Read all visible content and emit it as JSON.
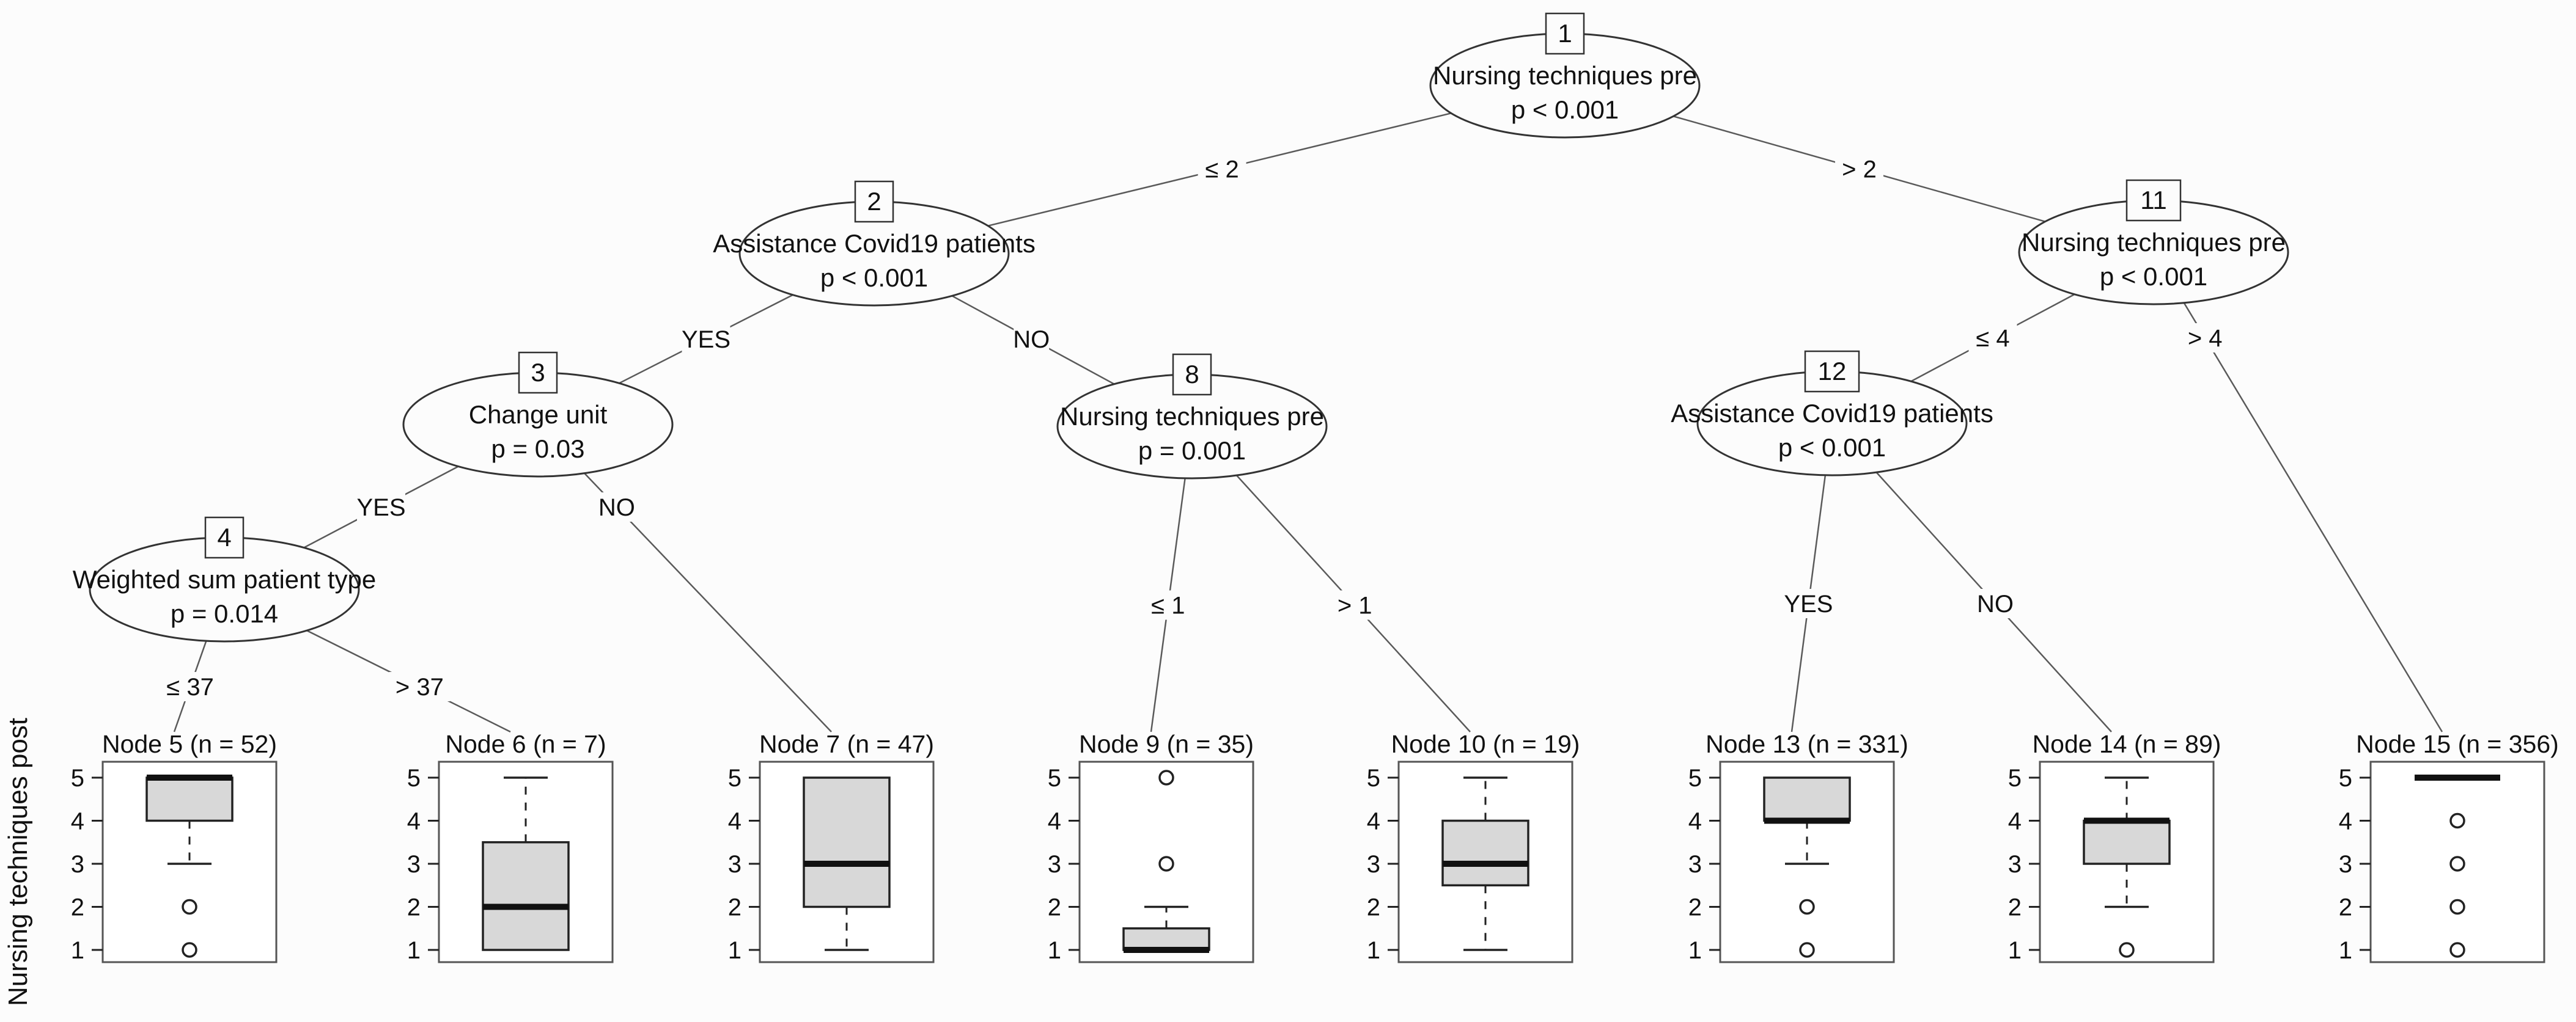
{
  "figure": {
    "background": "#fcfcfc",
    "colors": {
      "node_stroke": "#333333",
      "edge_stroke": "#5a5a5a",
      "box_fill": "#d8d8d8",
      "box_stroke": "#222222",
      "panel_stroke": "#555555",
      "text": "#111111"
    }
  },
  "tree": {
    "nodes": [
      {
        "id": "1",
        "variable": "Nursing techniques pre",
        "p_value": "p < 0.001"
      },
      {
        "id": "2",
        "variable": "Assistance Covid19 patients",
        "p_value": "p < 0.001"
      },
      {
        "id": "3",
        "variable": "Change unit",
        "p_value": "p = 0.03"
      },
      {
        "id": "4",
        "variable": "Weighted sum patient type",
        "p_value": "p = 0.014"
      },
      {
        "id": "8",
        "variable": "Nursing techniques pre",
        "p_value": "p = 0.001"
      },
      {
        "id": "11",
        "variable": "Nursing techniques pre",
        "p_value": "p < 0.001"
      },
      {
        "id": "12",
        "variable": "Assistance Covid19 patients",
        "p_value": "p < 0.001"
      }
    ],
    "edges": [
      {
        "from": "1",
        "to": "2",
        "label": "≤ 2"
      },
      {
        "from": "1",
        "to": "11",
        "label": "> 2"
      },
      {
        "from": "2",
        "to": "3",
        "label": "YES"
      },
      {
        "from": "2",
        "to": "8",
        "label": "NO"
      },
      {
        "from": "3",
        "to": "4",
        "label": "YES"
      },
      {
        "from": "3",
        "to": "panel7",
        "label": "NO"
      },
      {
        "from": "4",
        "to": "panel5",
        "label": "≤ 37"
      },
      {
        "from": "4",
        "to": "panel6",
        "label": "> 37"
      },
      {
        "from": "8",
        "to": "panel9",
        "label": "≤ 1"
      },
      {
        "from": "8",
        "to": "panel10",
        "label": "> 1"
      },
      {
        "from": "11",
        "to": "12",
        "label": "≤ 4"
      },
      {
        "from": "11",
        "to": "panel15",
        "label": "> 4"
      },
      {
        "from": "12",
        "to": "panel13",
        "label": "YES"
      },
      {
        "from": "12",
        "to": "panel14",
        "label": "NO"
      }
    ]
  },
  "chart_data": {
    "type": "boxplot",
    "title": "",
    "xlabel": "",
    "ylabel": "Nursing techniques post",
    "ylim": [
      1,
      5
    ],
    "yticks": [
      1,
      2,
      3,
      4,
      5
    ],
    "grid": false,
    "legend": null,
    "boxes": [
      {
        "node_id": "5",
        "title": "Node 5 (n = 52)",
        "n": 52,
        "q1": 4,
        "median": 5,
        "q3": 5,
        "whisker_low": 3,
        "whisker_high": 5,
        "outliers": [
          2,
          1
        ]
      },
      {
        "node_id": "6",
        "title": "Node 6 (n = 7)",
        "n": 7,
        "q1": 1,
        "median": 2,
        "q3": 3.5,
        "whisker_low": 1,
        "whisker_high": 5,
        "outliers": []
      },
      {
        "node_id": "7",
        "title": "Node 7 (n = 47)",
        "n": 47,
        "q1": 2,
        "median": 3,
        "q3": 5,
        "whisker_low": 1,
        "whisker_high": 5,
        "outliers": []
      },
      {
        "node_id": "9",
        "title": "Node 9 (n = 35)",
        "n": 35,
        "q1": 1,
        "median": 1,
        "q3": 1.5,
        "whisker_low": 1,
        "whisker_high": 2,
        "outliers": [
          3,
          5
        ]
      },
      {
        "node_id": "10",
        "title": "Node 10 (n = 19)",
        "n": 19,
        "q1": 2.5,
        "median": 3,
        "q3": 4,
        "whisker_low": 1,
        "whisker_high": 5,
        "outliers": []
      },
      {
        "node_id": "13",
        "title": "Node 13 (n = 331)",
        "n": 331,
        "q1": 4,
        "median": 4,
        "q3": 5,
        "whisker_low": 3,
        "whisker_high": 5,
        "outliers": [
          2,
          1
        ]
      },
      {
        "node_id": "14",
        "title": "Node 14 (n = 89)",
        "n": 89,
        "q1": 3,
        "median": 4,
        "q3": 4,
        "whisker_low": 2,
        "whisker_high": 5,
        "outliers": [
          1
        ]
      },
      {
        "node_id": "15",
        "title": "Node 15 (n = 356)",
        "n": 356,
        "q1": 5,
        "median": 5,
        "q3": 5,
        "whisker_low": 5,
        "whisker_high": 5,
        "outliers": [
          4,
          3,
          2,
          1
        ]
      }
    ]
  }
}
